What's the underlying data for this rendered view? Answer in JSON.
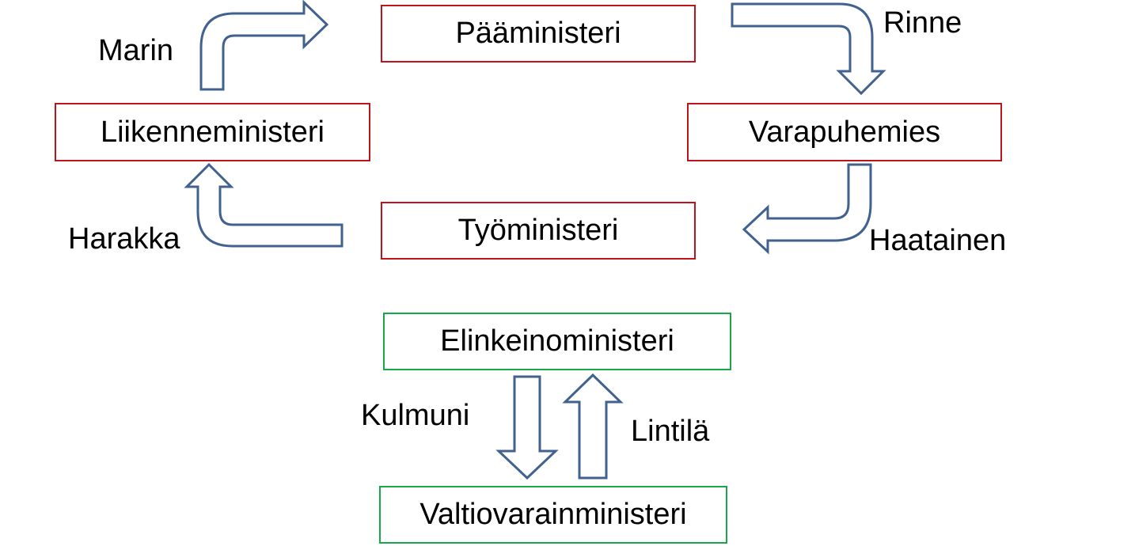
{
  "nodes": {
    "paaministeri": "Pääministeri",
    "varapuhemies": "Varapuhemies",
    "tyoministeri": "Työministeri",
    "liikenneministeri": "Liikenneministeri",
    "elinkeinoministeri": "Elinkeinoministeri",
    "valtiovarainministeri": "Valtiovarainministeri"
  },
  "arrows": {
    "rinne": "Rinne",
    "haatainen": "Haatainen",
    "harakka": "Harakka",
    "marin": "Marin",
    "kulmuni": "Kulmuni",
    "lintila": "Lintilä"
  },
  "colors": {
    "cycle_border": "#c0141c",
    "pair_border": "#1aa64a",
    "arrow_outline": "#41628f"
  }
}
